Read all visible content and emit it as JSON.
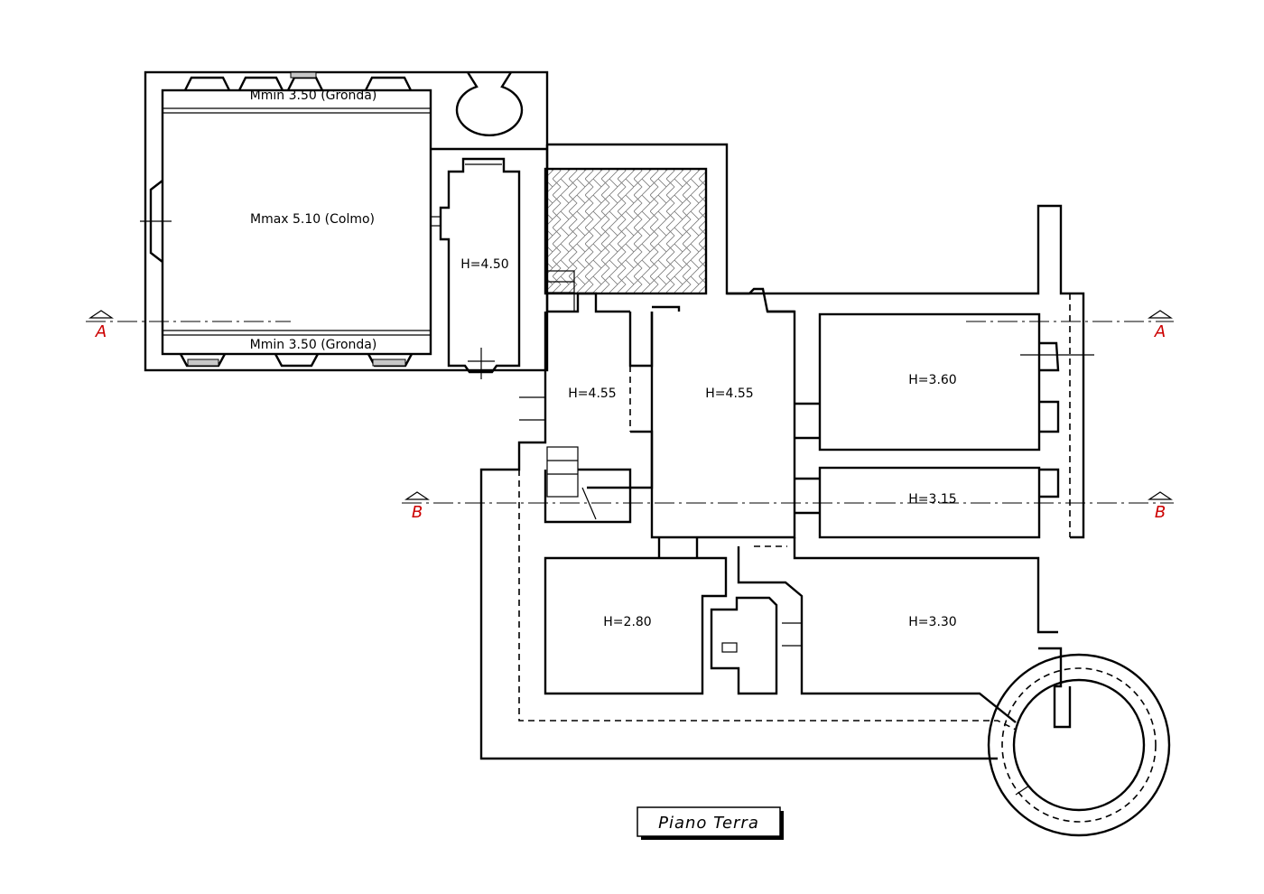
{
  "plan": {
    "title": "Piano Terra",
    "section_marks": {
      "a_left": "A",
      "a_right": "A",
      "b_left": "B",
      "b_right": "B"
    },
    "rooms": {
      "hall_top": "Mmin  3.50  (Gronda)",
      "hall_center": "Mmax  5.10  (Colmo)",
      "hall_bottom": "Mmin  3.50  (Gronda)",
      "corridor": "H=4.50",
      "room_mid_left": "H=4.55",
      "room_mid_center": "H=4.55",
      "room_right_upper": "H=3.60",
      "room_right_lower": "H=3.15",
      "room_bottom_left": "H=2.80",
      "room_bottom_right": "H=3.30"
    }
  }
}
